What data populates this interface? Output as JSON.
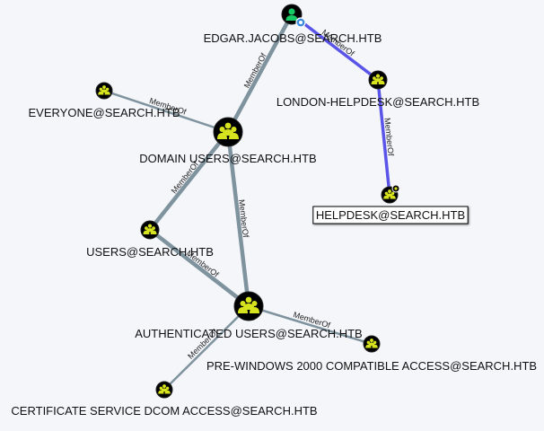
{
  "graph": {
    "colors": {
      "background": "#f4f6fa",
      "edge_default": "#7f939e",
      "edge_highlight": "#5a55e8",
      "group_node_fill": "#d7e31e",
      "node_outline": "#000000",
      "user_node_fill": "#17c964",
      "selected_label_border": "#000000"
    },
    "nodes": [
      {
        "id": "edgar",
        "label": "EDGAR.JACOBS@SEARCH.HTB",
        "icon": "user-icon",
        "badge": "target-badge-icon"
      },
      {
        "id": "london",
        "label": "LONDON-HELPDESK@SEARCH.HTB",
        "icon": "group-icon"
      },
      {
        "id": "helpdesk",
        "label": "HELPDESK@SEARCH.HTB",
        "icon": "group-icon",
        "badge": "owned-badge-icon",
        "selected": true
      },
      {
        "id": "everyone",
        "label": "EVERYONE@SEARCH.HTB",
        "icon": "group-icon"
      },
      {
        "id": "domainusers",
        "label": "DOMAIN USERS@SEARCH.HTB",
        "icon": "group-icon"
      },
      {
        "id": "users",
        "label": "USERS@SEARCH.HTB",
        "icon": "group-icon"
      },
      {
        "id": "authusers",
        "label": "AUTHENTICATED USERS@SEARCH.HTB",
        "icon": "group-icon"
      },
      {
        "id": "prewin",
        "label": "PRE-WINDOWS 2000 COMPATIBLE ACCESS@SEARCH.HTB",
        "icon": "group-icon"
      },
      {
        "id": "certsvc",
        "label": "CERTIFICATE SERVICE DCOM ACCESS@SEARCH.HTB",
        "icon": "group-icon"
      }
    ],
    "edges": [
      {
        "from": "edgar",
        "to": "london",
        "label": "MemberOf",
        "highlight": true
      },
      {
        "from": "london",
        "to": "helpdesk",
        "label": "MemberOf",
        "highlight": true
      },
      {
        "from": "domainusers",
        "to": "edgar",
        "label": "MemberOf"
      },
      {
        "from": "everyone",
        "to": "domainusers",
        "label": "MemberOf"
      },
      {
        "from": "domainusers",
        "to": "users",
        "label": "MemberOf"
      },
      {
        "from": "domainusers",
        "to": "authusers",
        "label": "MemberOf"
      },
      {
        "from": "users",
        "to": "authusers",
        "label": "MemberOf"
      },
      {
        "from": "authusers",
        "to": "prewin",
        "label": "MemberOf"
      },
      {
        "from": "authusers",
        "to": "certsvc",
        "label": "MemberOf"
      }
    ]
  }
}
